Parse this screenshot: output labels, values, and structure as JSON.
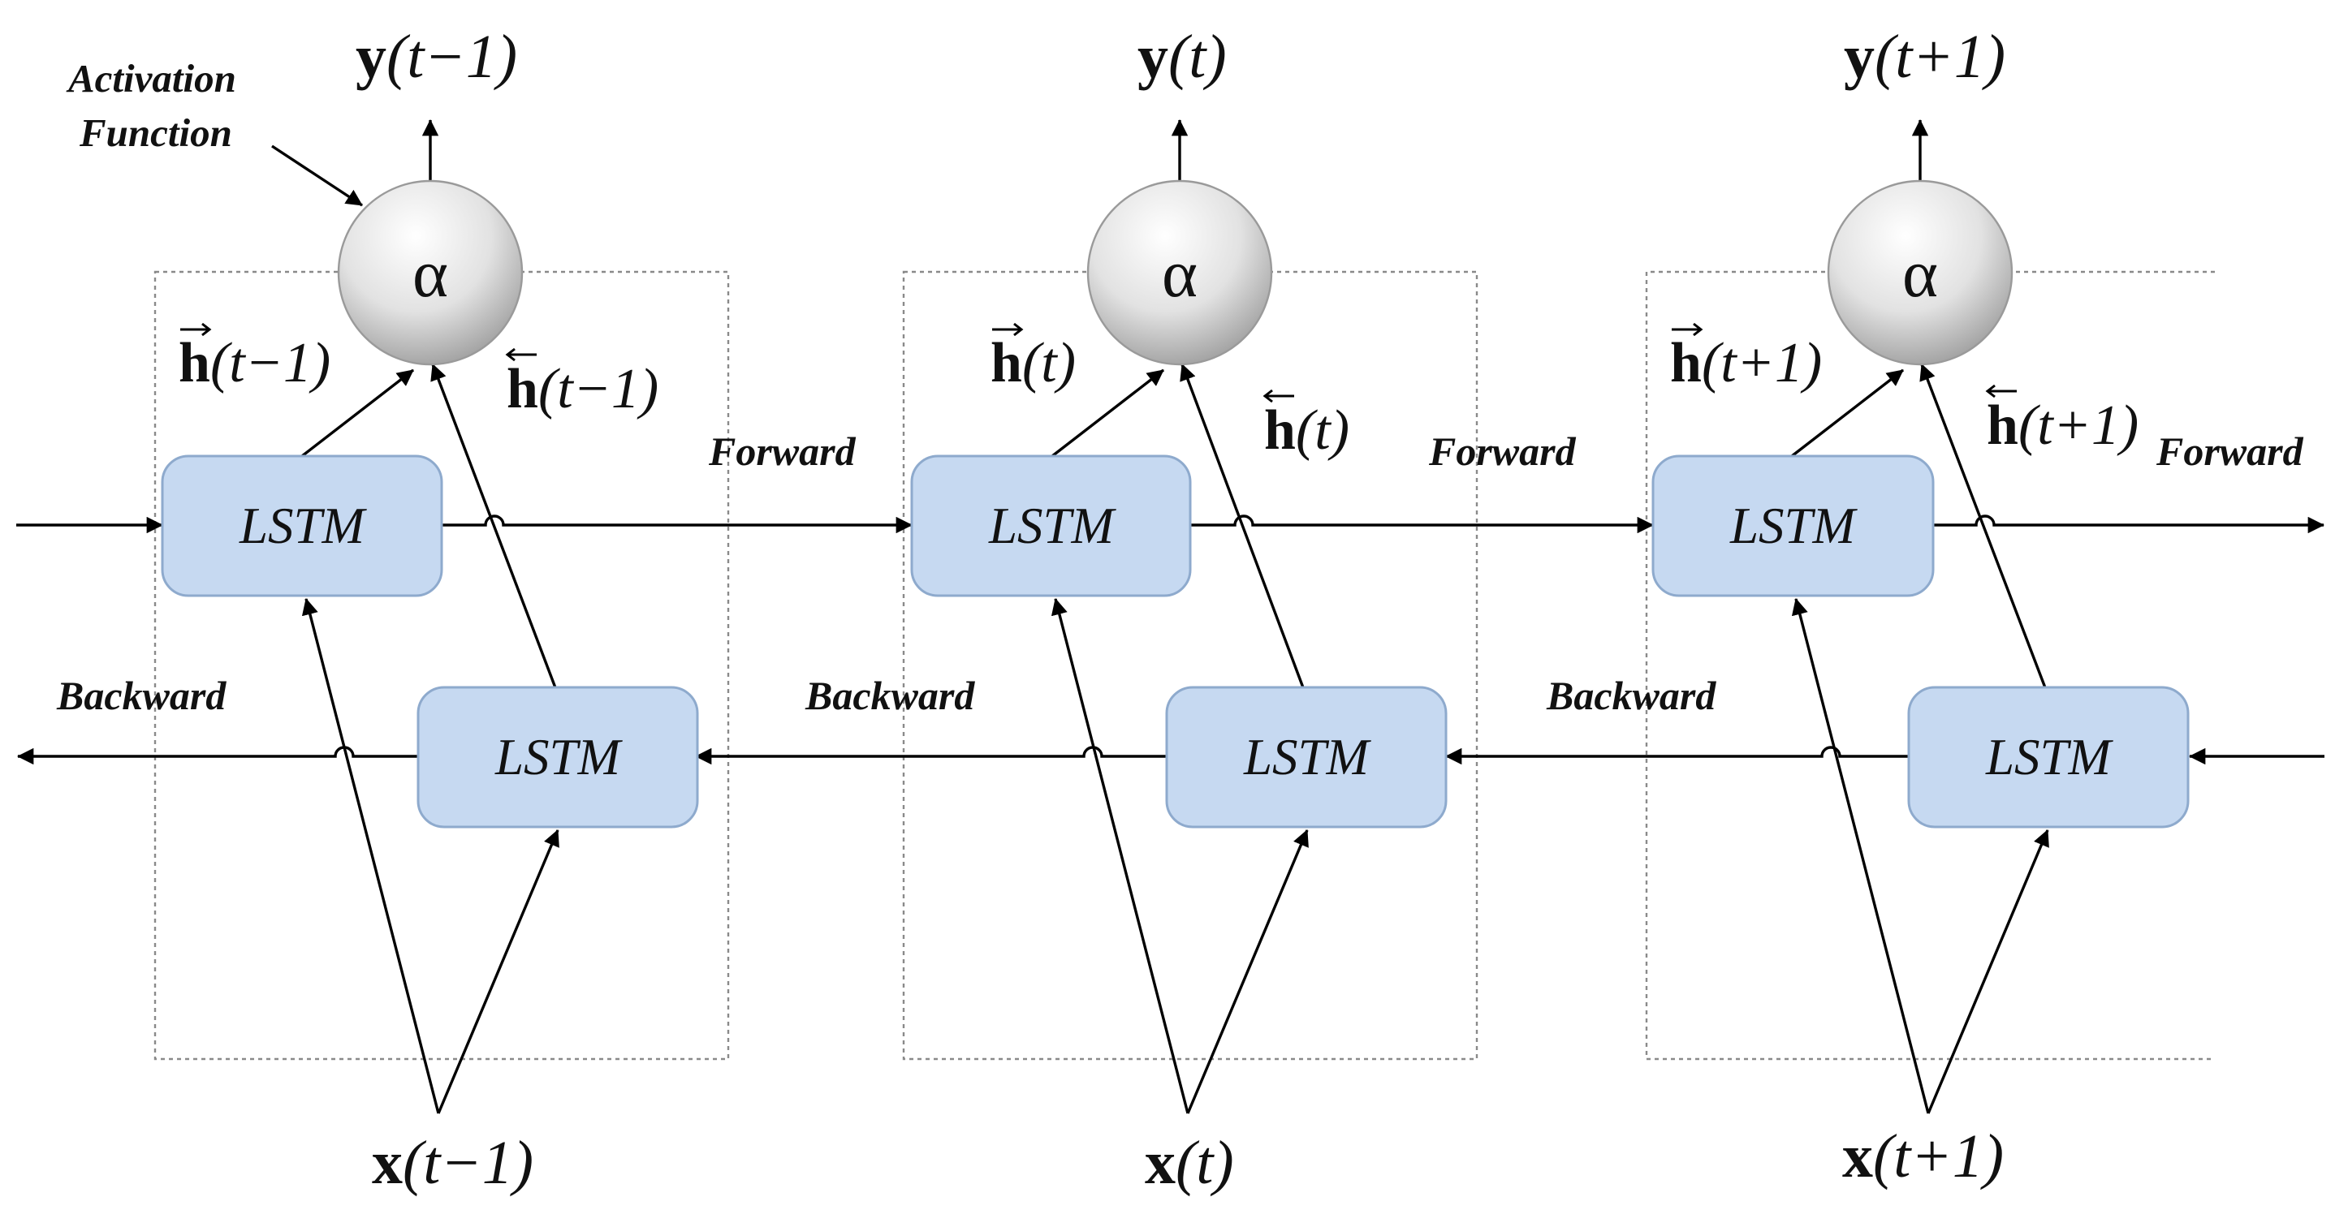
{
  "annotation": {
    "line1": "Activation",
    "line2": "Function"
  },
  "steps": [
    {
      "output_symbol": "y",
      "output_arg": "(t−1)",
      "input_symbol": "x",
      "input_arg": "(t−1)",
      "forward_hidden_symbol": "h",
      "forward_hidden_arg": "(t−1)",
      "backward_hidden_symbol": "h",
      "backward_hidden_arg": "(t−1)",
      "activation_symbol": "α",
      "forward_cell_label": "LSTM",
      "backward_cell_label": "LSTM",
      "forward_direction_label": "Forward",
      "backward_direction_label": "Backward"
    },
    {
      "output_symbol": "y",
      "output_arg": "(t)",
      "input_symbol": "x",
      "input_arg": "(t)",
      "forward_hidden_symbol": "h",
      "forward_hidden_arg": "(t)",
      "backward_hidden_symbol": "h",
      "backward_hidden_arg": "(t)",
      "activation_symbol": "α",
      "forward_cell_label": "LSTM",
      "backward_cell_label": "LSTM",
      "forward_direction_label": "Forward",
      "backward_direction_label": "Backward"
    },
    {
      "output_symbol": "y",
      "output_arg": "(t+1)",
      "input_symbol": "x",
      "input_arg": "(t+1)",
      "forward_hidden_symbol": "h",
      "forward_hidden_arg": "(t+1)",
      "backward_hidden_symbol": "h",
      "backward_hidden_arg": "(t+1)",
      "activation_symbol": "α",
      "forward_cell_label": "LSTM",
      "backward_cell_label": "LSTM",
      "forward_direction_label": "Forward",
      "backward_direction_label": "Backward"
    }
  ]
}
